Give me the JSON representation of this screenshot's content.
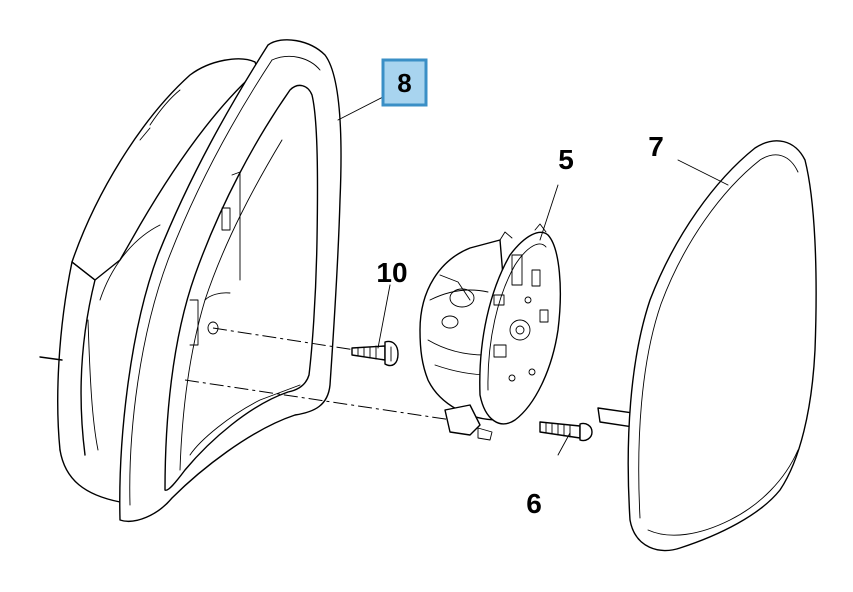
{
  "callouts": {
    "c8": "8",
    "c5": "5",
    "c7": "7",
    "c10": "10",
    "c6": "6"
  },
  "colors": {
    "highlight_fill": "#a8d4ef",
    "highlight_border": "#3a8fc6",
    "line": "#000000"
  }
}
